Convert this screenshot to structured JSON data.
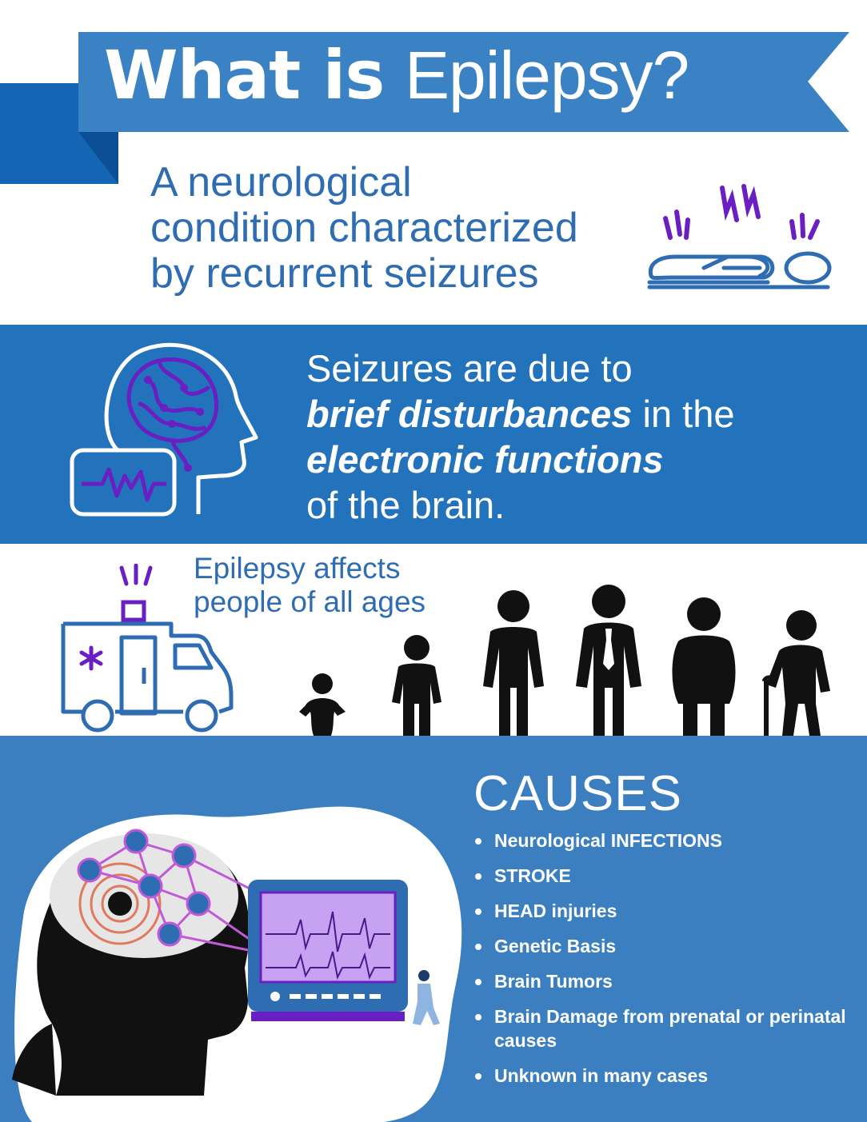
{
  "banner": {
    "title_bold": "What is",
    "title_light": "Epilepsy?"
  },
  "definition": {
    "lines": [
      "A neurological",
      "condition characterized",
      "by recurrent seizures"
    ]
  },
  "seizures": {
    "line1": "Seizures are due to",
    "emph1": "brief disturbances",
    "line2_rest": " in the",
    "emph2": "electronic functions",
    "line4": "of the brain."
  },
  "ages": {
    "lines": [
      "Epilepsy affects",
      "people of all ages"
    ]
  },
  "causes": {
    "title": "CAUSES",
    "items": [
      "Neurological INFECTIONS",
      "STROKE",
      "HEAD injuries",
      "Genetic Basis",
      "Brain Tumors",
      "Brain Damage from prenatal or perinatal causes",
      "Unknown in many cases"
    ]
  },
  "icons": {
    "person-lying-seizure": "person-lying-icon",
    "brain-head-monitor": "brain-head-icon",
    "ambulance": "ambulance-icon",
    "people-ages": "people-silhouettes-icon",
    "head-eeg": "head-eeg-illustration"
  },
  "colors": {
    "banner_blue": "#3b82c4",
    "banner_dark": "#1565b5",
    "text_blue": "#2f6db3",
    "band_blue": "#2273bb",
    "causes_blue": "#3b7fc0",
    "accent_purple": "#6a1fc2"
  }
}
